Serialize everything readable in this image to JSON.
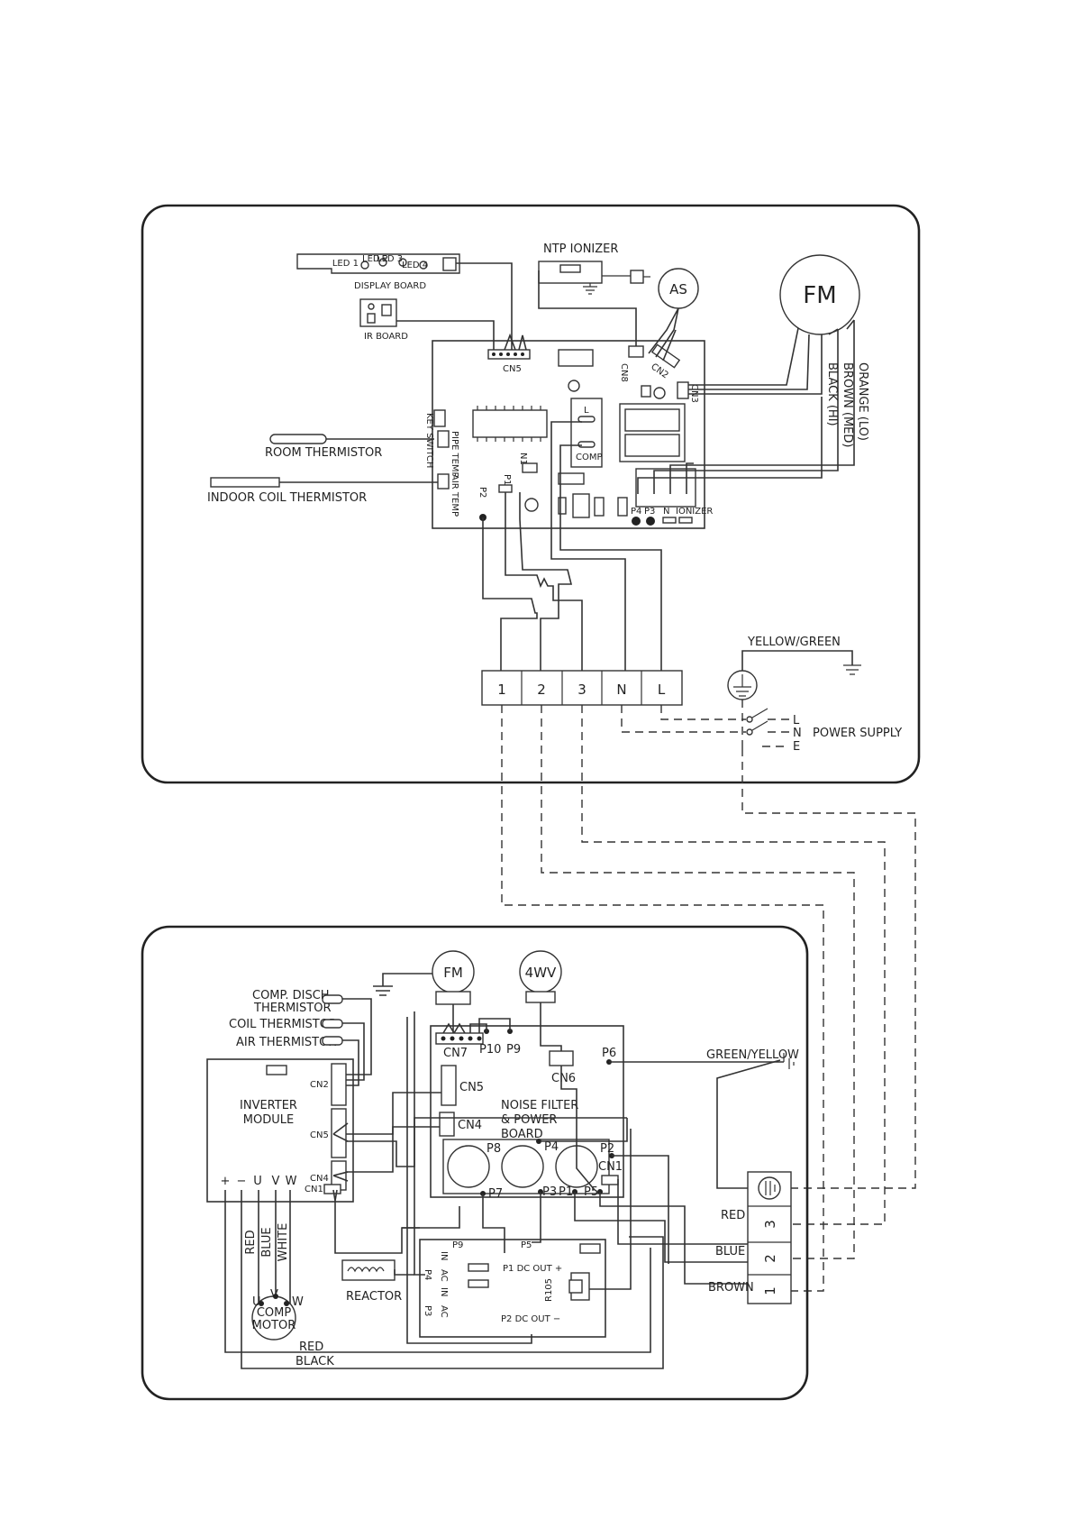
{
  "indoor": {
    "ntp_ionizer": "NTP IONIZER",
    "display_board": "DISPLAY BOARD",
    "led1": "LED 1",
    "led2": "LED 2",
    "led3": "LED 3",
    "led4": "LED 4",
    "ir_board": "IR BOARD",
    "cn5": "CN5",
    "cn8": "CN8",
    "cn2": "CN2",
    "cn3": "CN3",
    "as": "AS",
    "fm": "FM",
    "room_thermistor": "ROOM THERMISTOR",
    "indoor_coil_thermistor": "INDOOR COIL THERMISTOR",
    "key_switch": "KEY SWITCH",
    "pipe_temp": "PIPE TEMP",
    "air_temp": "AIR TEMP",
    "n1": "N1",
    "p1": "P1",
    "p2": "P2",
    "p3": "P3",
    "p4": "P4",
    "n": "N",
    "ionizer": "IONIZER",
    "relay_l": "L",
    "comp": "COMP",
    "wire_orange": "ORANGE (LO)",
    "wire_brown": "BROWN (MED)",
    "wire_black": "BLACK (HI)",
    "yellow_green": "YELLOW/GREEN",
    "terminal_labels": [
      "1",
      "2",
      "3",
      "N",
      "L"
    ],
    "power_supply": "POWER SUPPLY",
    "ps_l": "L",
    "ps_n": "N",
    "ps_e": "E"
  },
  "outdoor": {
    "fm": "FM",
    "fourwv": "4WV",
    "comp_disch_1": "COMP. DISCH.",
    "comp_disch_2": "THERMISTOR",
    "coil_thermistor": "COIL THERMISTOR",
    "air_thermistor": "AIR THERMISTOR",
    "inverter_1": "INVERTER",
    "inverter_2": "MODULE",
    "cn2": "CN2",
    "cn5": "CN5",
    "cn4": "CN4",
    "cn1": "CN1",
    "plus": "+",
    "minus": "−",
    "u": "U",
    "v": "V",
    "w": "W",
    "red": "RED",
    "blue": "BLUE",
    "white": "WHITE",
    "comp_motor_1": "COMP",
    "comp_motor_2": "MOTOR",
    "reactor": "REACTOR",
    "cn7": "CN7",
    "p10": "P10",
    "p9": "P9",
    "cn6": "CN6",
    "p6": "P6",
    "nf_cn5": "CN5",
    "nf_cn4": "CN4",
    "noise_1": "NOISE FILTER",
    "noise_2": "& POWER",
    "noise_3": "BOARD",
    "p8": "P8",
    "p4": "P4",
    "p2": "P2",
    "nf_cn1": "CN1",
    "p7": "P7",
    "p3": "P3",
    "p1": "P1",
    "p5": "P5",
    "green_yellow": "GREEN/YELLOW",
    "terminal_labels": [
      "3",
      "2",
      "1"
    ],
    "wire_red": "RED",
    "wire_blue": "BLUE",
    "wire_brown": "BROWN",
    "bottom_red": "RED",
    "bottom_black": "BLACK",
    "dc_p1": "P1 DC OUT +",
    "dc_p2": "P2 DC OUT −",
    "small_p9": "P9",
    "small_p5": "P5",
    "small_p4": "P4",
    "small_p3": "P3",
    "small_in1": "IN",
    "small_in2": "IN",
    "small_ac1": "AC",
    "small_ac2": "AC",
    "r105": "R105"
  }
}
